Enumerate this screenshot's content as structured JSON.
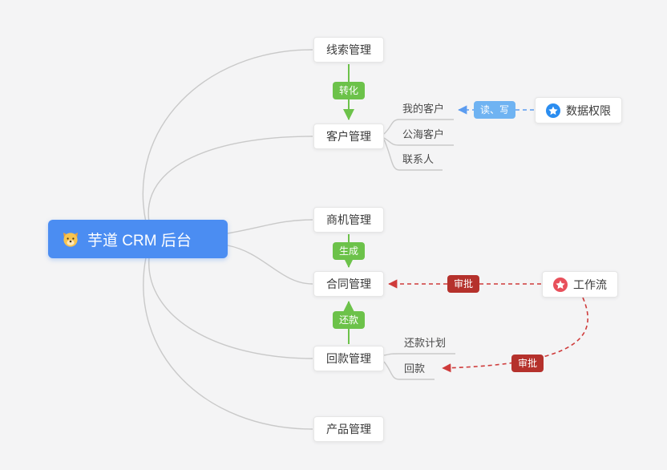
{
  "root": {
    "label": "芋道 CRM 后台",
    "icon": "dog-icon"
  },
  "branches": {
    "leads": {
      "label": "线索管理"
    },
    "customers": {
      "label": "客户管理"
    },
    "opportunities": {
      "label": "商机管理"
    },
    "contracts": {
      "label": "合同管理"
    },
    "receivables": {
      "label": "回款管理"
    },
    "products": {
      "label": "产品管理"
    }
  },
  "customer_children": {
    "mine": "我的客户",
    "public_sea": "公海客户",
    "contacts": "联系人"
  },
  "receivable_children": {
    "plan": "还款计划",
    "payment": "回款"
  },
  "side_nodes": {
    "data_permission": {
      "label": "数据权限",
      "icon": "star-circle-icon"
    },
    "workflow": {
      "label": "工作流",
      "icon": "star-circle-icon"
    }
  },
  "edge_labels": {
    "convert": "转化",
    "generate": "生成",
    "repay": "还款",
    "read_write": "读、写",
    "approve_contract": "审批",
    "approve_payment": "审批"
  },
  "colors": {
    "canvas_bg": "#f4f4f5",
    "root_bg": "#4b8df2",
    "green": "#6cc24a",
    "blue_badge": "#6fb3f2",
    "blue_arrow": "#5b9cf0",
    "red": "#b5312c",
    "red_arrow": "#cf3b3b",
    "connector": "#c9c9c9",
    "star_blue": "#2b8df0",
    "star_red": "#e8505b"
  }
}
